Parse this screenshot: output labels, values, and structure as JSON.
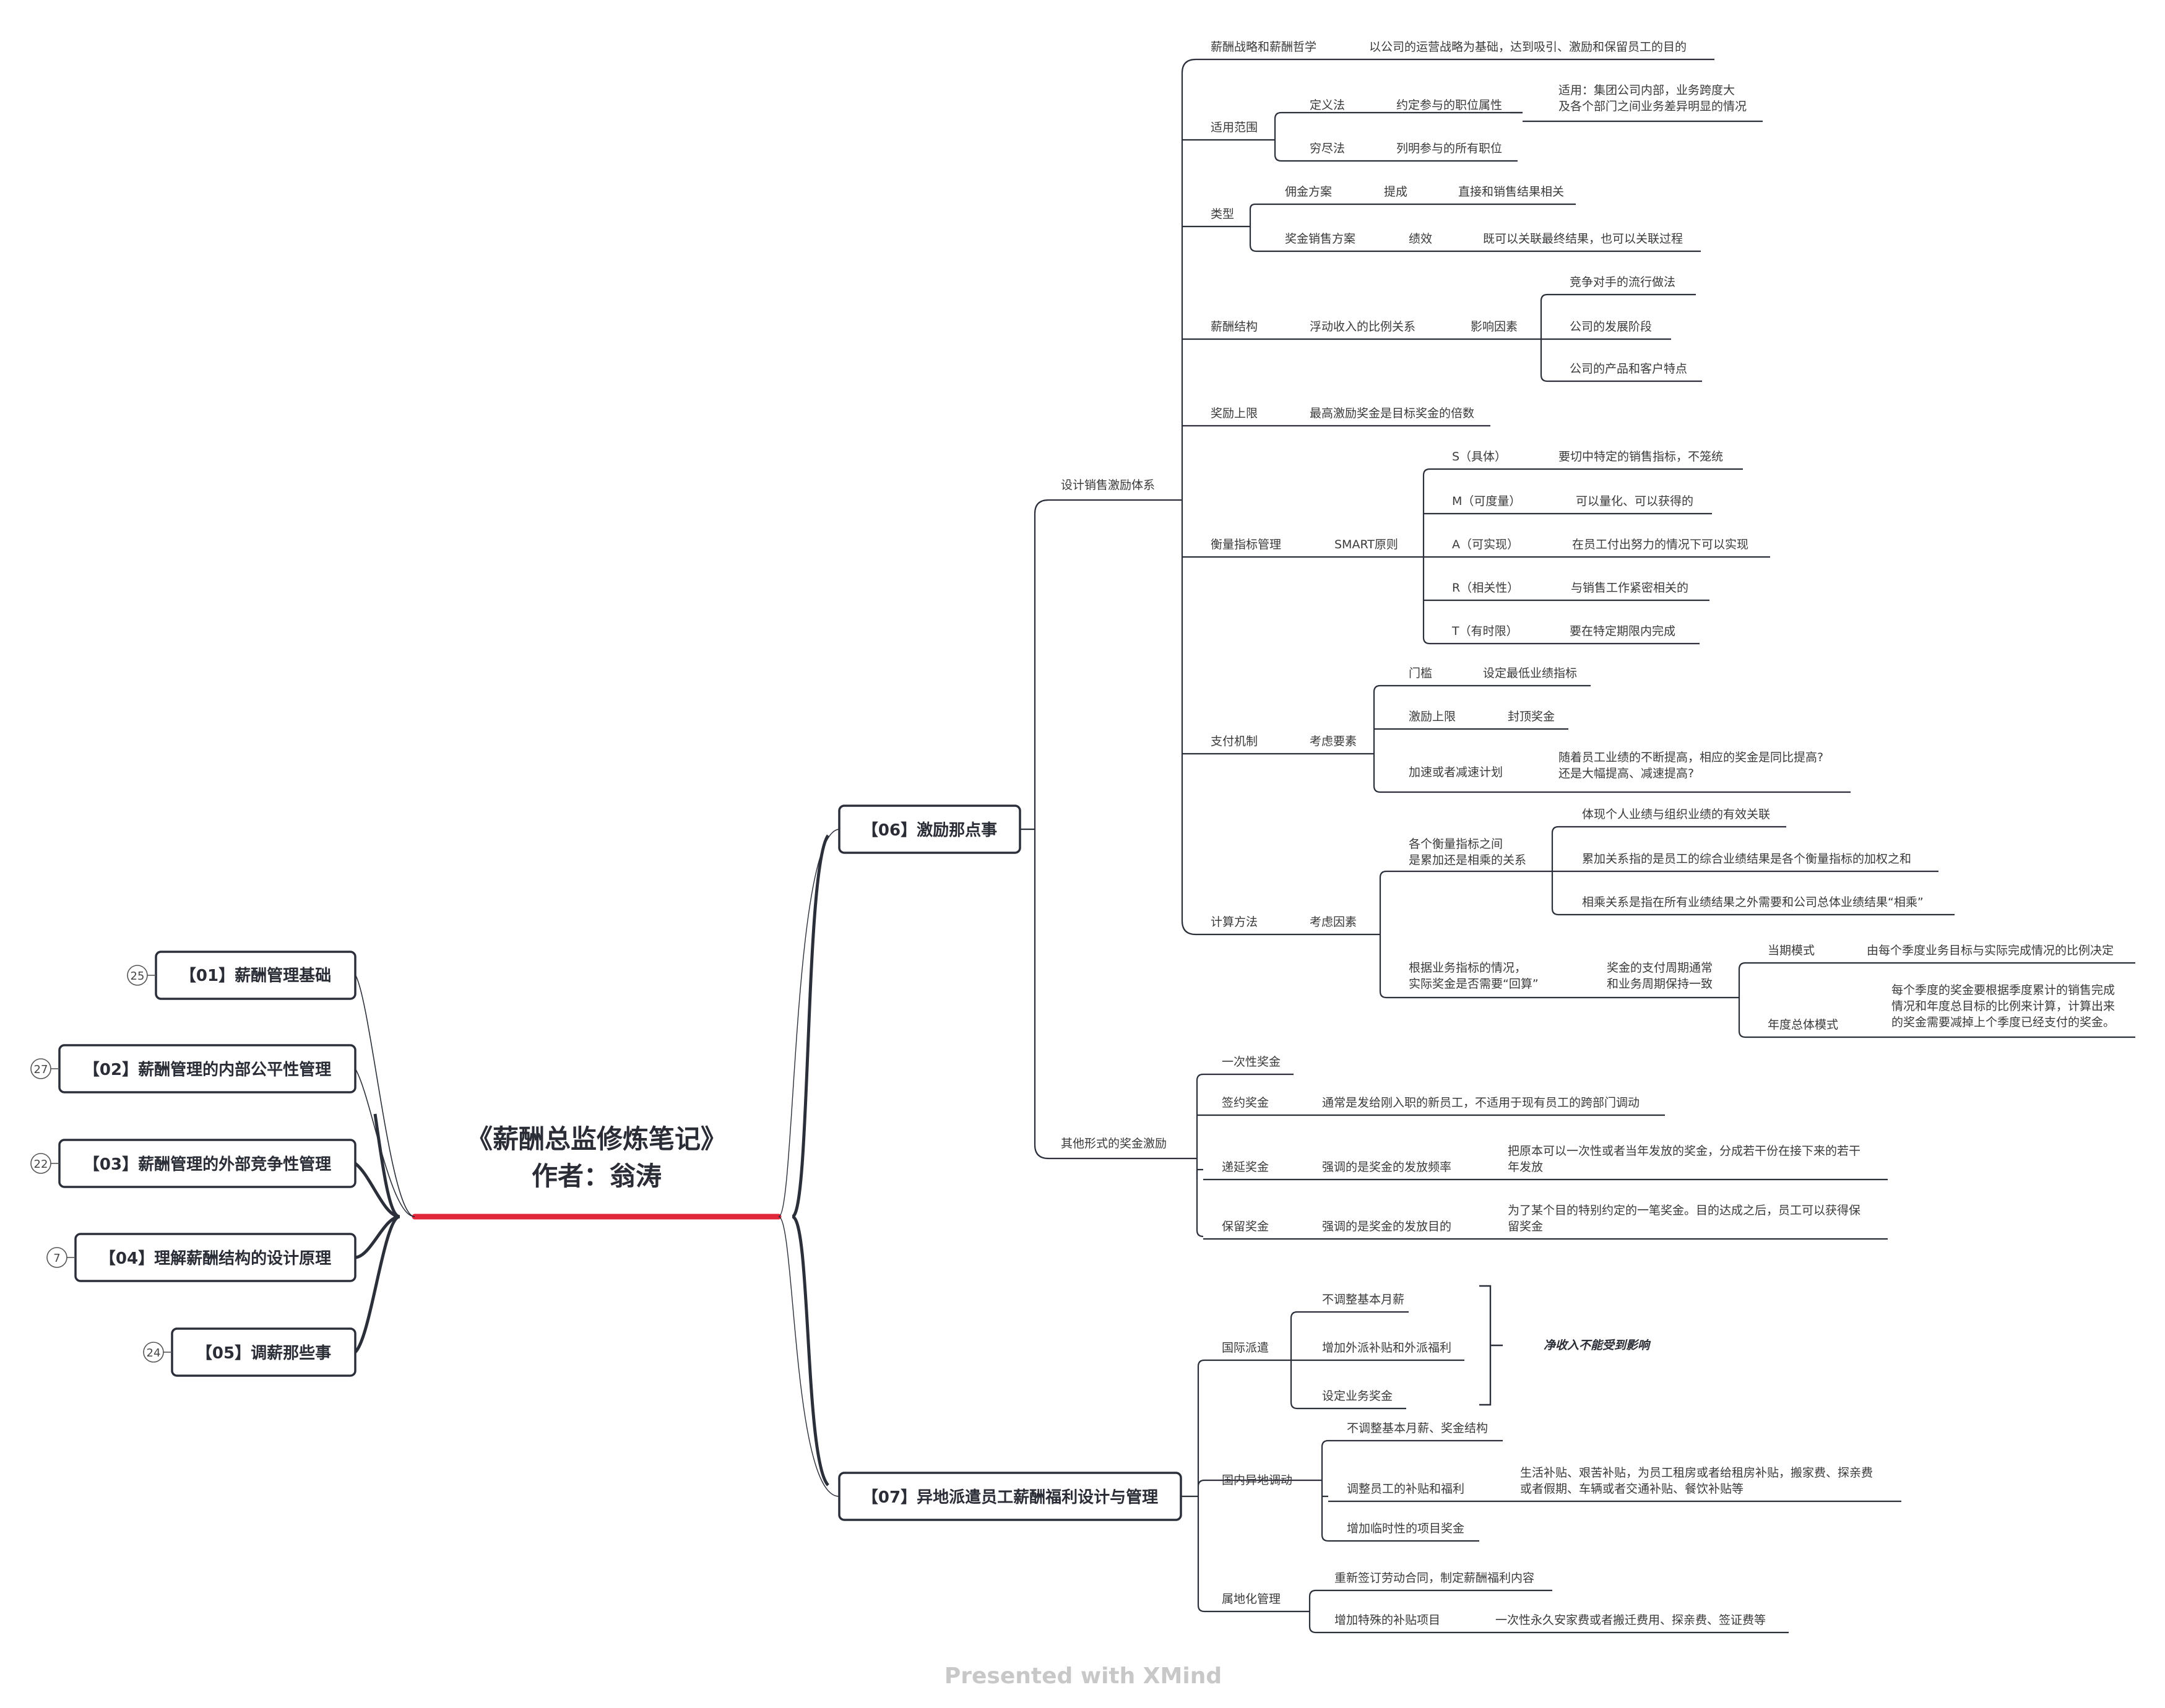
{
  "title": "《薪酬总监修炼笔记》",
  "author": "作者：翁涛",
  "watermark": "Presented with XMind",
  "colors": {
    "line": "#2b2f3a",
    "accent": "#e0283a",
    "box_border": "#2b2f3a",
    "text": "#3a3a3a",
    "watermark": "#c8c8c8"
  },
  "left_topics": [
    {
      "label": "【01】薪酬管理基础",
      "count": "25"
    },
    {
      "label": "【02】薪酬管理的内部公平性管理",
      "count": "27"
    },
    {
      "label": "【03】薪酬管理的外部竞争性管理",
      "count": "22"
    },
    {
      "label": "【04】理解薪酬结构的设计原理",
      "count": "7"
    },
    {
      "label": "【05】调薪那些事",
      "count": "24"
    }
  ],
  "right_topics": [
    {
      "label": "【06】激励那点事"
    },
    {
      "label": "【07】异地派遣员工薪酬福利设计与管理"
    }
  ],
  "branch06": {
    "design": "设计销售激励体系",
    "philosophy": {
      "label": "薪酬战略和薪酬哲学",
      "text": "以公司的运营战略为基础，达到吸引、激励和保留员工的目的"
    },
    "scope": {
      "label": "适用范围",
      "define": "定义法",
      "define_text": "约定参与的职位属性",
      "define_note_1": "适用：集团公司内部，业务跨度大",
      "define_note_2": "及各个部门之间业务差异明显的情况",
      "exhaust": "穷尽法",
      "exhaust_text": "列明参与的所有职位"
    },
    "types": {
      "label": "类型",
      "commission": "佣金方案",
      "commission_a": "提成",
      "commission_b": "直接和销售结果相关",
      "bonus": "奖金销售方案",
      "bonus_a": "绩效",
      "bonus_b": "既可以关联最终结果，也可以关联过程"
    },
    "structure": {
      "label": "薪酬结构",
      "ratio": "浮动收入的比例关系",
      "factors": "影响因素",
      "f1": "竞争对手的流行做法",
      "f2": "公司的发展阶段",
      "f3": "公司的产品和客户特点"
    },
    "cap": {
      "label": "奖励上限",
      "text": "最高激励奖金是目标奖金的倍数"
    },
    "metrics": {
      "label": "衡量指标管理",
      "smart": "SMART原则",
      "s": "S（具体）",
      "s_t": "要切中特定的销售指标，不笼统",
      "m": "M（可度量）",
      "m_t": "可以量化、可以获得的",
      "a": "A（可实现）",
      "a_t": "在员工付出努力的情况下可以实现",
      "r": "R（相关性）",
      "r_t": "与销售工作紧密相关的",
      "t": "T（有时限）",
      "t_t": "要在特定期限内完成"
    },
    "payment": {
      "label": "支付机制",
      "elements": "考虑要素",
      "threshold": "门槛",
      "threshold_t": "设定最低业绩指标",
      "upper": "激励上限",
      "upper_t": "封顶奖金",
      "accel": "加速或者减速计划",
      "accel_t1": "随着员工业绩的不断提高，相应的奖金是同比提高?",
      "accel_t2": "还是大幅提高、减速提高?"
    },
    "calc": {
      "label": "计算方法",
      "factors": "考虑因素",
      "rel_1": "各个衡量指标之间",
      "rel_2": "是累加还是相乘的关系",
      "r1": "体现个人业绩与组织业绩的有效关联",
      "r2": "累加关系指的是员工的综合业绩结果是各个衡量指标的加权之和",
      "r3": "相乘关系是指在所有业绩结果之外需要和公司总体业绩结果“相乘”",
      "back_1": "根据业务指标的情况，",
      "back_2": "实际奖金是否需要“回算”",
      "period_1": "奖金的支付周期通常",
      "period_2": "和业务周期保持一致",
      "current": "当期模式",
      "current_t": "由每个季度业务目标与实际完成情况的比例决定",
      "annual": "年度总体模式",
      "annual_t1": "每个季度的奖金要根据季度累计的销售完成",
      "annual_t2": "情况和年度总目标的比例来计算，计算出来",
      "annual_t3": "的奖金需要减掉上个季度已经支付的奖金。"
    },
    "other": {
      "label": "其他形式的奖金激励",
      "once": "一次性奖金",
      "signing": "签约奖金",
      "signing_t": "通常是发给刚入职的新员工，不适用于现有员工的跨部门调动",
      "deferred": "递延奖金",
      "deferred_a": "强调的是奖金的发放频率",
      "deferred_t1": "把原本可以一次性或者当年发放的奖金，分成若干份在接下来的若干",
      "deferred_t2": "年发放",
      "retention": "保留奖金",
      "retention_a": "强调的是奖金的发放目的",
      "retention_t1": "为了某个目的特别约定的一笔奖金。目的达成之后，员工可以获得保",
      "retention_t2": "留奖金"
    }
  },
  "branch07": {
    "intl": {
      "label": "国际派遣",
      "a": "不调整基本月薪",
      "b": "增加外派补贴和外派福利",
      "c": "设定业务奖金",
      "summary": "净收入不能受到影响"
    },
    "domestic": {
      "label": "国内异地调动",
      "a": "不调整基本月薪、奖金结构",
      "b": "调整员工的补贴和福利",
      "b_t1": "生活补贴、艰苦补贴，为员工租房或者给租房补贴，搬家费、探亲费",
      "b_t2": "或者假期、车辆或者交通补贴、餐饮补贴等",
      "c": "增加临时性的项目奖金"
    },
    "local": {
      "label": "属地化管理",
      "a": "重新签订劳动合同，制定薪酬福利内容",
      "b": "增加特殊的补贴项目",
      "b_t": "一次性永久安家费或者搬迁费用、探亲费、签证费等"
    }
  }
}
